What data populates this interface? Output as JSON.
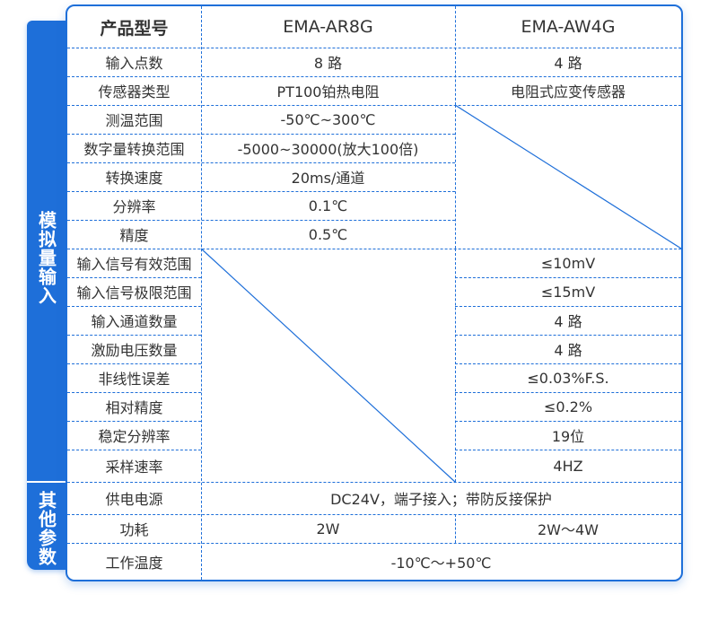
{
  "side_labels": {
    "analog": "模拟量输入",
    "other": "其他参数"
  },
  "header": {
    "label": "产品型号",
    "model_a": "EMA-AR8G",
    "model_b": "EMA-AW4G"
  },
  "rows": [
    {
      "label": "输入点数",
      "a": "8 路",
      "b": "4 路"
    },
    {
      "label": "传感器类型",
      "a": "PT100铂热电阻",
      "b": "电阻式应变传感器"
    },
    {
      "label": "测温范围",
      "a": "-50℃~300℃"
    },
    {
      "label": "数字量转换范围",
      "a": "-5000~30000(放大100倍)"
    },
    {
      "label": "转换速度",
      "a": "20ms/通道"
    },
    {
      "label": "分辨率",
      "a": "0.1℃"
    },
    {
      "label": "精度",
      "a": "0.5℃"
    },
    {
      "label": "输入信号有效范围",
      "b": "≤10mV"
    },
    {
      "label": "输入信号极限范围",
      "b": "≤15mV"
    },
    {
      "label": "输入通道数量",
      "b": "4 路"
    },
    {
      "label": "激励电压数量",
      "b": "4 路"
    },
    {
      "label": "非线性误差",
      "b": "≤0.03%F.S."
    },
    {
      "label": "相对精度",
      "b": "≤0.2%"
    },
    {
      "label": "稳定分辨率",
      "b": "19位"
    },
    {
      "label": "采样速率",
      "b": "4HZ"
    }
  ],
  "other_rows": [
    {
      "label": "供电电源",
      "merged": "DC24V，端子接入；带防反接保护"
    },
    {
      "label": "功耗",
      "a": "2W",
      "b": "2W～4W"
    },
    {
      "label": "工作温度",
      "merged": "-10℃～+50℃"
    }
  ],
  "colors": {
    "accent": "#1e6fd9",
    "text": "#333333"
  }
}
